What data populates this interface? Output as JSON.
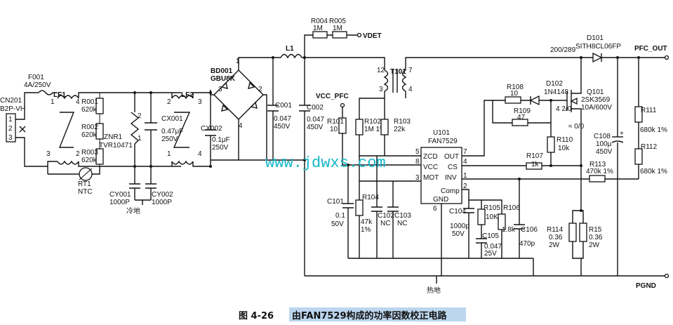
{
  "caption": {
    "fig_no": "图 4-26",
    "title": "由FAN7529构成的功率因数校正电路"
  },
  "watermark": "www.jdwxs.com",
  "connectors": {
    "cn201": "CN201",
    "cn201_type": "B2P-VH",
    "pins": [
      "1",
      "2",
      "3"
    ]
  },
  "fuse": {
    "ref": "F001",
    "value": "4A/250V"
  },
  "lf1": {
    "ref": "LF1",
    "pins": [
      "1",
      "4",
      "3",
      "2"
    ]
  },
  "lf2": {
    "ref": "LF2",
    "pins": [
      "2",
      "3",
      "1",
      "4"
    ]
  },
  "r001": {
    "ref": "R001",
    "value": "620k"
  },
  "r002": {
    "ref": "R002",
    "value": "620k"
  },
  "r003": {
    "ref": "R003",
    "value": "620k"
  },
  "rt1": {
    "ref": "RT1",
    "value": "NTC"
  },
  "znr1": {
    "ref": "ZNR1",
    "value": "TVR10471",
    "pin_a": "2",
    "pin_b": "1"
  },
  "cx001": {
    "ref": "CX001",
    "value": "0.47μF",
    "volt": "250V"
  },
  "cx002": {
    "ref": "CX002",
    "value": "0.1μF",
    "volt": "250V"
  },
  "cy001": {
    "ref": "CY001",
    "value": "1000P"
  },
  "cy002": {
    "ref": "CY002",
    "value": "1000P"
  },
  "cold_ground": "冷地",
  "bridge": {
    "ref": "BD001",
    "part": "GBU8K",
    "pins": [
      "1",
      "2",
      "3",
      "4"
    ]
  },
  "l1": {
    "ref": "L1"
  },
  "c001": {
    "ref": "C001",
    "value": "0.047",
    "volt": "450V"
  },
  "c002": {
    "ref": "C002",
    "value": "0.047",
    "volt": "450V"
  },
  "r004": {
    "ref": "R004",
    "value": "1M"
  },
  "r005": {
    "ref": "R005",
    "value": "1M"
  },
  "vdet": "VDET",
  "vcc_pfc": "VCC_PFC",
  "t101": {
    "ref": "T101",
    "pins": [
      "12",
      "7",
      "3",
      "4"
    ]
  },
  "r101": {
    "ref": "R101",
    "value": "10"
  },
  "r102": {
    "ref": "R102",
    "value": "1M 1%"
  },
  "r103": {
    "ref": "R103",
    "value": "22k"
  },
  "c101": {
    "ref": "C101",
    "value": "0.1",
    "volt": "50V"
  },
  "r104": {
    "ref": "R104",
    "value": "47k",
    "tol": "1%"
  },
  "c102": {
    "ref": "C102",
    "value": "NC"
  },
  "c103": {
    "ref": "C103",
    "value": "NC"
  },
  "ic": {
    "ref": "U101",
    "part": "FAN7529",
    "left_pins": [
      {
        "num": "5",
        "name": "ZCD"
      },
      {
        "num": "8",
        "name": "VCC"
      },
      {
        "num": "3",
        "name": "MOT"
      }
    ],
    "right_pins": [
      {
        "num": "7",
        "name": "OUT"
      },
      {
        "num": "4",
        "name": "CS"
      },
      {
        "num": "1",
        "name": "INV"
      },
      {
        "num": "2",
        "name": "Comp"
      }
    ],
    "bottom_pin": {
      "num": "6",
      "name": "GND"
    }
  },
  "r105": {
    "ref": "R105",
    "value": "10K"
  },
  "r106": {
    "ref": "R106",
    "value": "1.8k"
  },
  "c104": {
    "ref": "C104",
    "value": "1000p",
    "volt": "50V"
  },
  "c105": {
    "ref": "C105",
    "value": "0.047",
    "volt": "25V"
  },
  "c106": {
    "ref": "C106",
    "value": "470p"
  },
  "r107": {
    "ref": "R107",
    "value": "1k"
  },
  "r108": {
    "ref": "R108",
    "value": "10"
  },
  "r109": {
    "ref": "R109",
    "value": "47"
  },
  "r110": {
    "ref": "R110",
    "value": "10k"
  },
  "d102": {
    "ref": "D102",
    "part": "1N4148"
  },
  "q101": {
    "ref": "Q101",
    "part": "2SK3569",
    "rating": "10A/600V",
    "pins": "4 2/0"
  },
  "q_note": "≈ 0/0",
  "d101": {
    "ref": "D101",
    "part": "SITH8CL06FP"
  },
  "v_label": "200/289",
  "pfc_out": "PFC_OUT",
  "pgnd": "PGND",
  "hot_ground": "热地",
  "c108": {
    "ref": "C108",
    "value": "100μ",
    "volt": "450V",
    "polarity": "+"
  },
  "r111": {
    "ref": "R111",
    "value": "680k 1%"
  },
  "r112": {
    "ref": "R112",
    "value": "680k 1%"
  },
  "r113": {
    "ref": "R113",
    "value": "470k 1%"
  },
  "r114": {
    "ref": "R114",
    "value": "0.36",
    "power": "2W"
  },
  "r15": {
    "ref": "R15",
    "value": "0.36",
    "power": "2W"
  }
}
